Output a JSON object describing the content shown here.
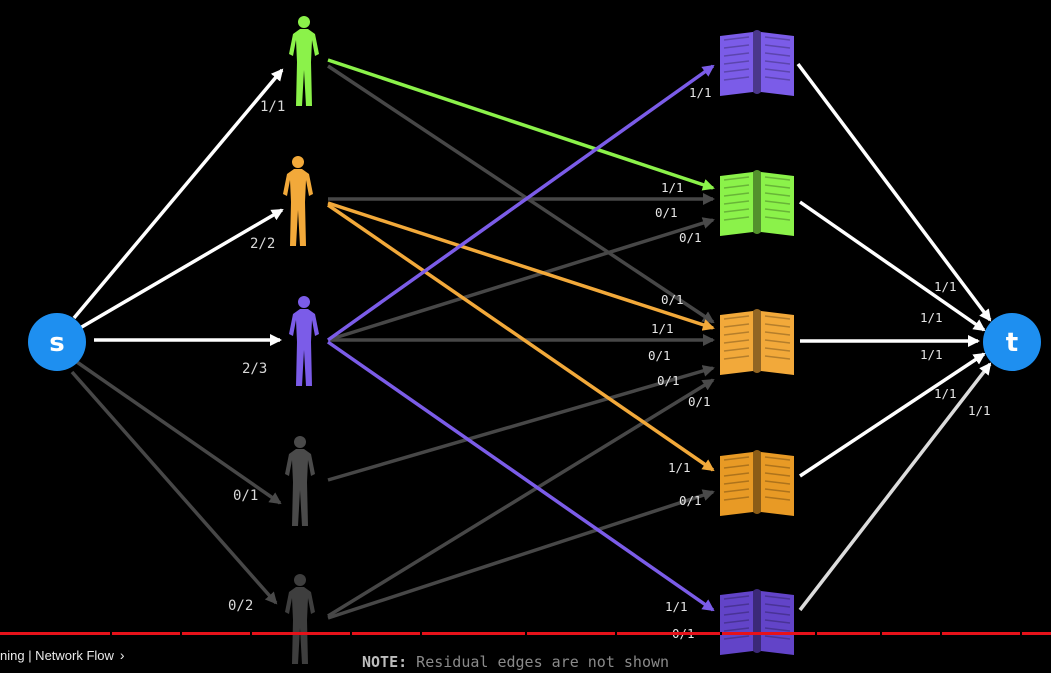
{
  "source_node": "s",
  "sink_node": "t",
  "colors": {
    "green": "#8bf24a",
    "orange": "#f2a93a",
    "purple": "#7b5ce8",
    "grey": "#444444",
    "white": "#ffffff",
    "node_blue": "#1e8ff0"
  },
  "people": [
    {
      "name": "person-1",
      "color": "#8bf24a",
      "flow_label": "1/1"
    },
    {
      "name": "person-2",
      "color": "#f2a93a",
      "flow_label": "2/2"
    },
    {
      "name": "person-3",
      "color": "#7b5ce8",
      "flow_label": "2/3"
    },
    {
      "name": "person-4",
      "color": "#4a4a4a",
      "flow_label": "0/1"
    },
    {
      "name": "person-5",
      "color": "#3e3e3e",
      "flow_label": "0/2"
    }
  ],
  "books": [
    {
      "name": "book-1",
      "color": "#7b5ce8"
    },
    {
      "name": "book-2",
      "color": "#8bf24a"
    },
    {
      "name": "book-3",
      "color": "#f2a93a"
    },
    {
      "name": "book-4",
      "color": "#e89a25"
    },
    {
      "name": "book-5",
      "color": "#6244c8"
    }
  ],
  "edge_labels": [
    "1/1",
    "1/1",
    "0/1",
    "0/1",
    "0/1",
    "1/1",
    "0/1",
    "0/1",
    "0/1",
    "1/1",
    "0/1",
    "1/1",
    "0/1"
  ],
  "sink_labels": [
    "1/1",
    "1/1",
    "1/1",
    "1/1",
    "1/1"
  ],
  "note": {
    "prefix": "NOTE:",
    "text": " Residual edges are not shown"
  },
  "player": {
    "chapter": "ning | Network Flow",
    "chevron": "›"
  }
}
